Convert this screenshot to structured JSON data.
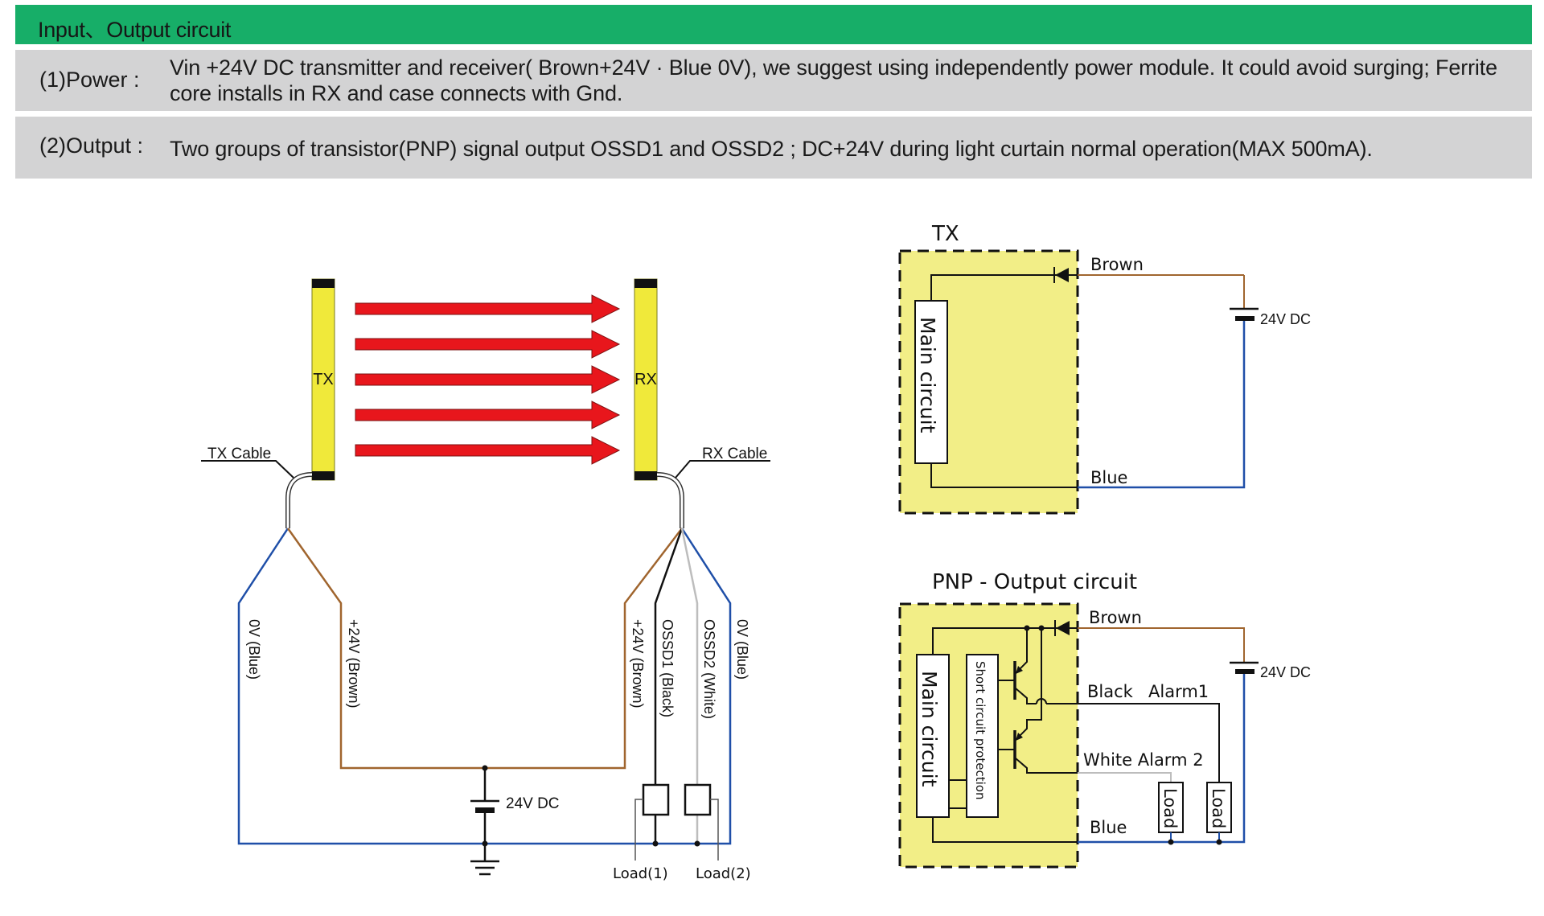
{
  "header": {
    "title": "Input、Output circuit"
  },
  "spec_rows": [
    {
      "label": "(1)Power :",
      "text": "Vin +24V DC transmitter and receiver( Brown+24V · Blue 0V), we suggest using independently power module. It could avoid surging; Ferrite core installs in RX and case connects with Gnd."
    },
    {
      "label": "(2)Output :",
      "text": "Two groups of transistor(PNP) signal output OSSD1 and OSSD2 ; DC+24V during light curtain normal operation(MAX 500mA)."
    }
  ],
  "colors": {
    "header_green": "#17ae68",
    "row_gray": "#d3d3d4",
    "curtain_yellow": "#f0e93a",
    "beam_red": "#e8161c",
    "wire_brown": "#a0652e",
    "wire_blue": "#1f4fa8",
    "wire_black": "#111111",
    "wire_white": "#bdbdbd",
    "box_yellow": "#f2ee87"
  },
  "wiring_diagram": {
    "tx_label": "TX",
    "rx_label": "RX",
    "tx_cable_label": "TX Cable",
    "rx_cable_label": "RX Cable",
    "beam_count": 5,
    "wire_labels": {
      "tx_blue": "0V (Blue)",
      "tx_brown": "+24V (Brown)",
      "rx_brown": "+24V (Brown)",
      "rx_black": "OSSD1 (Black)",
      "rx_white": "OSSD2 (White)",
      "rx_blue": "0V (Blue)"
    },
    "supply_label": "24V DC",
    "load1_label": "Load(1)",
    "load2_label": "Load(2)"
  },
  "tx_circuit": {
    "title": "TX",
    "main_circuit_label": "Main circuit",
    "brown_label": "Brown",
    "blue_label": "Blue",
    "supply_label": "24V DC"
  },
  "pnp_circuit": {
    "title": "PNP - Output circuit",
    "main_circuit_label": "Main circuit",
    "protection_label": "Short circuit protection",
    "brown_label": "Brown",
    "black_label": "Black",
    "alarm1_label": "Alarm1",
    "white_alarm2_label": "White Alarm 2",
    "blue_label": "Blue",
    "load_label": "Load",
    "supply_label": "24V DC"
  }
}
